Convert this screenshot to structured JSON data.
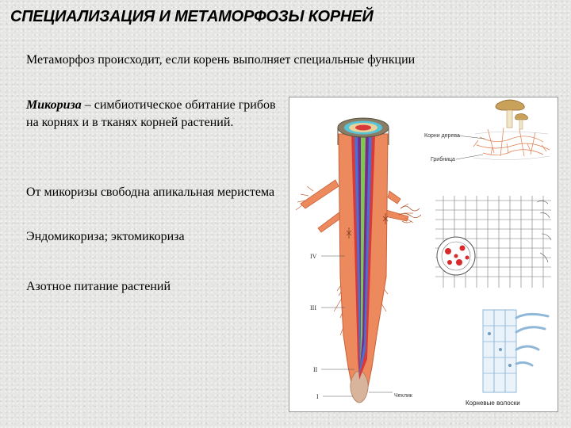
{
  "slide": {
    "title": "СПЕЦИАЛИЗАЦИЯ И МЕТАМОРФОЗЫ КОРНЕЙ",
    "lead": "Метаморфоз происходит, если корень выполняет специальные функции"
  },
  "content": {
    "mycorrhiza_term": "Микориза",
    "mycorrhiza_definition": " – симбиотическое обитание грибов на корнях и в тканях корней растений.",
    "meristem_note": "От микоризы свободна апикальная меристема",
    "types": "Эндомикориза; эктомикориза",
    "nutrition": "Азотное питание растений"
  },
  "figure": {
    "label_root_hairs": "Корни дерева",
    "label_hyphae": "Грибница",
    "zone_iv": "IV",
    "zone_iii": "III",
    "zone_ii": "II",
    "zone_i": "I",
    "label_cap": "Чехлик",
    "label_hairs_caption": "Корневые волоски"
  },
  "colors": {
    "root_orange": "#ec8a5e",
    "root_dark": "#c8613a",
    "stele_red": "#d83a3a",
    "stele_blue": "#4d6fd1",
    "stele_cyan": "#56c3d6",
    "stele_green": "#7ec850",
    "hair_blue": "#8fb7d8"
  }
}
